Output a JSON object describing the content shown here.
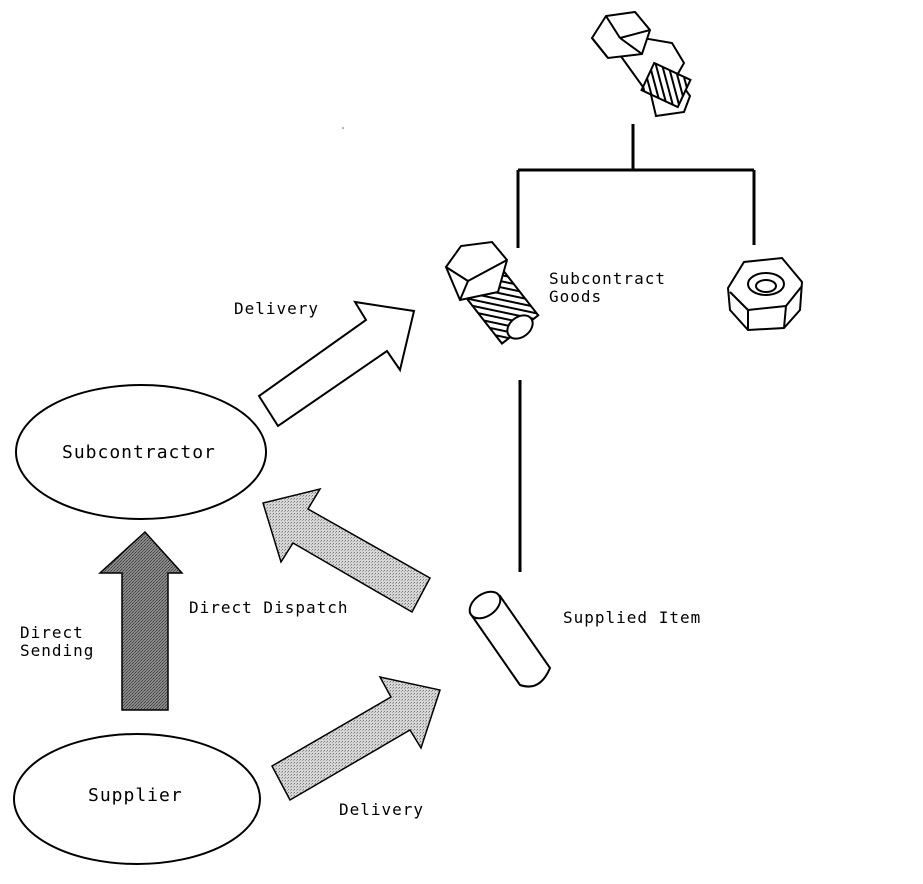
{
  "nodes": {
    "subcontractor": "Subcontractor",
    "supplier": "Supplier"
  },
  "labels": {
    "delivery_top": "Delivery",
    "delivery_bottom": "Delivery",
    "direct_dispatch": "Direct Dispatch",
    "direct_sending_line1": "Direct",
    "direct_sending_line2": "Sending",
    "subcontract_goods_line1": "Subcontract",
    "subcontract_goods_line2": "Goods",
    "supplied_item": "Supplied Item"
  },
  "colors": {
    "stroke": "#000000",
    "arrow_light": "#c8c8c8",
    "arrow_dark": "#707070",
    "background": "#ffffff"
  },
  "icons": [
    "bolt-and-nut-assembly-icon",
    "bolt-icon",
    "hex-nut-icon",
    "cylinder-pin-icon"
  ]
}
